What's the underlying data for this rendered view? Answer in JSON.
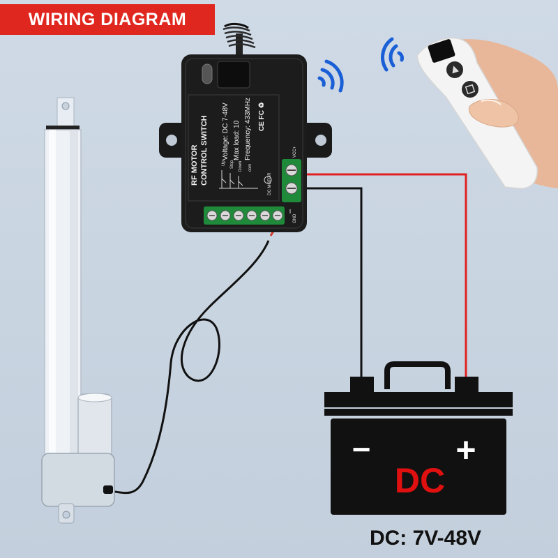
{
  "title": "WIRING DIAGRAM",
  "controller": {
    "title_line1": "RF MOTOR",
    "title_line2": "CONTROL SWITCH",
    "voltage": "Voltage: DC 7-48V",
    "max_load": "Max load: 10",
    "frequency": "Frequency: 433MHz",
    "certifications": "CE FC ♻",
    "label_up": "Up",
    "label_stop": "Stop",
    "label_down": "Down",
    "label_com": "com",
    "label_motor": "DC MOTOR",
    "label_vcc": "VCC+",
    "label_gnd": "GND"
  },
  "battery": {
    "minus": "−",
    "plus": "+",
    "label": "DC"
  },
  "caption": "DC: 7V-48V",
  "colors": {
    "title_bg": "#e0271f",
    "positive_wire": "#e02020",
    "negative_wire": "#111111",
    "battery_label": "#e01010",
    "controller_body": "#1c1c1c",
    "terminal_green": "#1f8a3a",
    "signal": "#1a5fd6"
  },
  "icons": [
    "wireless-signal-icon",
    "wireless-signal-icon",
    "recycle-icon"
  ]
}
